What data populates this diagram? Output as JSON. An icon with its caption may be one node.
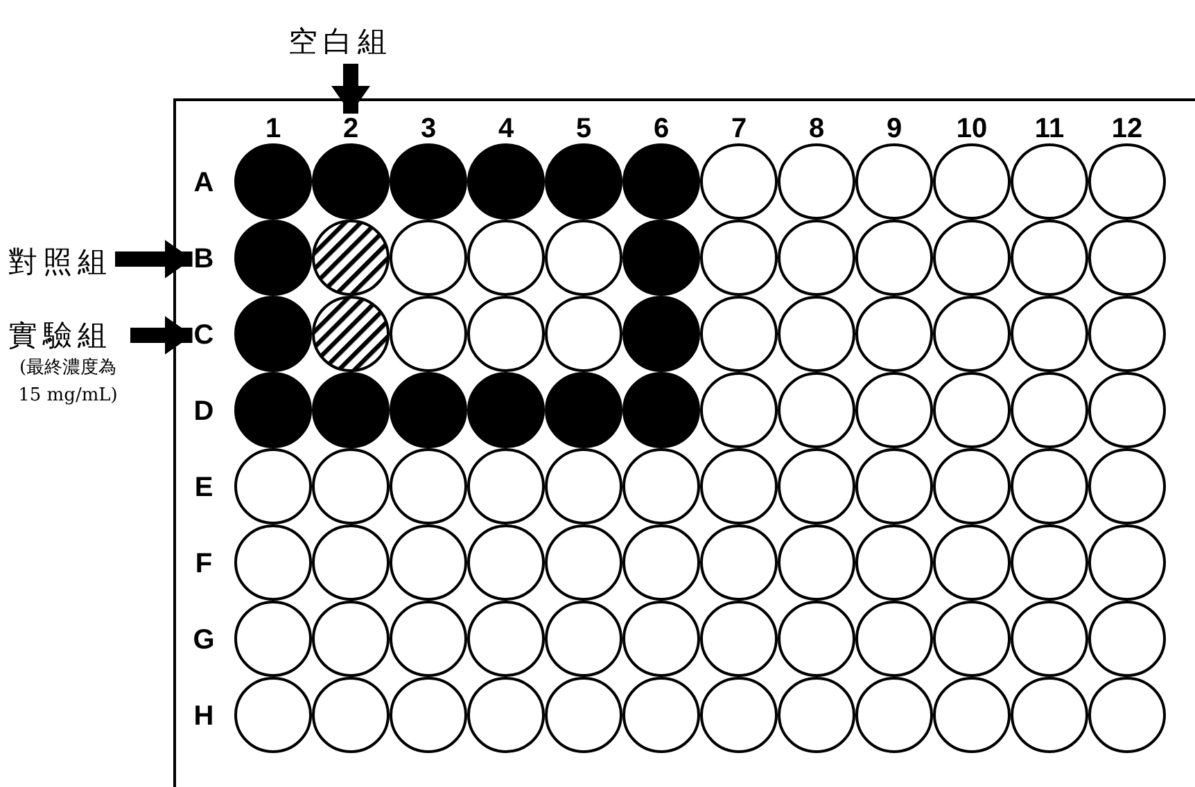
{
  "diagram": {
    "nodes": [
      {
        "text": [
          "空白組"
        ]
      },
      {
        "text": [
          "對照組"
        ]
      },
      {
        "text": [
          "實驗組",
          "(最終濃度為15 mg/mL)"
        ]
      },
      {
        "text": [
          "2"
        ]
      },
      {
        "text": [
          "B"
        ]
      },
      {
        "text": [
          "C"
        ]
      }
    ],
    "edges": [
      {
        "from": 0,
        "to": 3,
        "arrow": "to"
      },
      {
        "from": 1,
        "to": 4,
        "arrow": "to"
      },
      {
        "from": 2,
        "to": 5,
        "arrow": "to"
      }
    ],
    "labels": [
      "1",
      "3",
      "4",
      "5",
      "6",
      "7",
      "8",
      "9",
      "10",
      "11",
      "12",
      "A",
      "D",
      "E",
      "F",
      "G",
      "H"
    ]
  }
}
